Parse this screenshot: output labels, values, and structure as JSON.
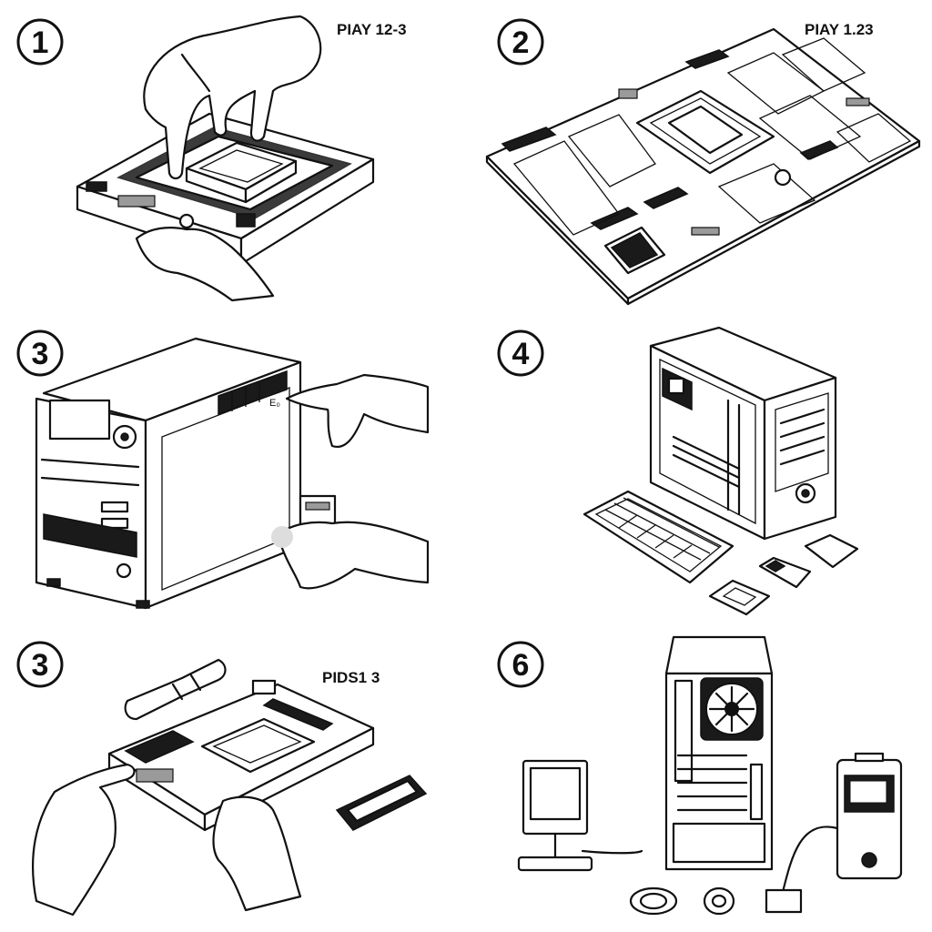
{
  "steps": [
    {
      "number": "1",
      "caption": "PIAY 12-3"
    },
    {
      "number": "2",
      "caption": "PIAY 1.23"
    },
    {
      "number": "3",
      "caption": ""
    },
    {
      "number": "4",
      "caption": ""
    },
    {
      "number": "3",
      "caption": "PIDS1 3"
    },
    {
      "number": "6",
      "caption": ""
    }
  ],
  "case_label": "E₀"
}
